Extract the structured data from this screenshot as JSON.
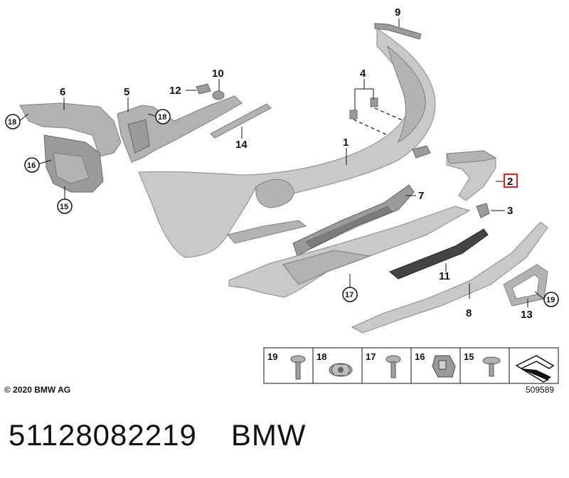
{
  "diagram": {
    "callouts": [
      {
        "id": "1",
        "style": "plain"
      },
      {
        "id": "2",
        "style": "boxed-red"
      },
      {
        "id": "3",
        "style": "plain"
      },
      {
        "id": "4",
        "style": "plain"
      },
      {
        "id": "5",
        "style": "plain"
      },
      {
        "id": "6",
        "style": "plain"
      },
      {
        "id": "7",
        "style": "plain"
      },
      {
        "id": "8",
        "style": "plain"
      },
      {
        "id": "9",
        "style": "plain"
      },
      {
        "id": "10",
        "style": "plain"
      },
      {
        "id": "11",
        "style": "plain"
      },
      {
        "id": "12",
        "style": "plain"
      },
      {
        "id": "13",
        "style": "plain"
      },
      {
        "id": "14",
        "style": "plain"
      },
      {
        "id": "15",
        "style": "circled"
      },
      {
        "id": "16",
        "style": "circled"
      },
      {
        "id": "17",
        "style": "circled"
      },
      {
        "id": "18",
        "style": "circled"
      },
      {
        "id": "19",
        "style": "circled"
      }
    ],
    "legend_cells": [
      "19",
      "18",
      "17",
      "16",
      "15"
    ],
    "highlight_color": "#e0201c",
    "copyright": "© 2020 BMW AG",
    "diagram_number": "509589"
  },
  "footer": {
    "part_number": "51128082219",
    "brand": "BMW"
  }
}
